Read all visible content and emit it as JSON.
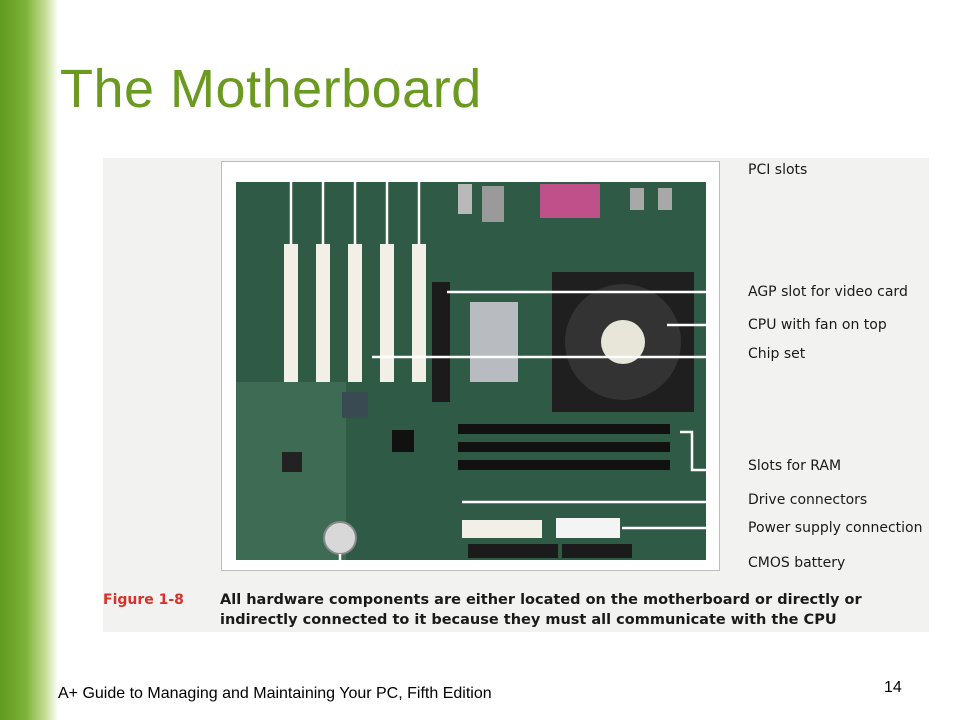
{
  "slide": {
    "title": "The Motherboard",
    "footer": "A+ Guide to Managing and Maintaining Your PC, Fifth Edition",
    "page_number": "14"
  },
  "figure": {
    "callouts": [
      "PCI slots",
      "AGP slot for video card",
      "CPU with fan on top",
      "Chip set",
      "Slots for RAM",
      "Drive connectors",
      "Power supply connection",
      "CMOS battery"
    ],
    "caption_number": "Figure 1-8",
    "caption_text": "All hardware components are either located on the motherboard or directly or indirectly connected to it because they must all communicate with the CPU"
  },
  "colors": {
    "title_green": "#6a9a1f",
    "caption_red": "#d6322a",
    "board_green": "#2f5a45"
  }
}
